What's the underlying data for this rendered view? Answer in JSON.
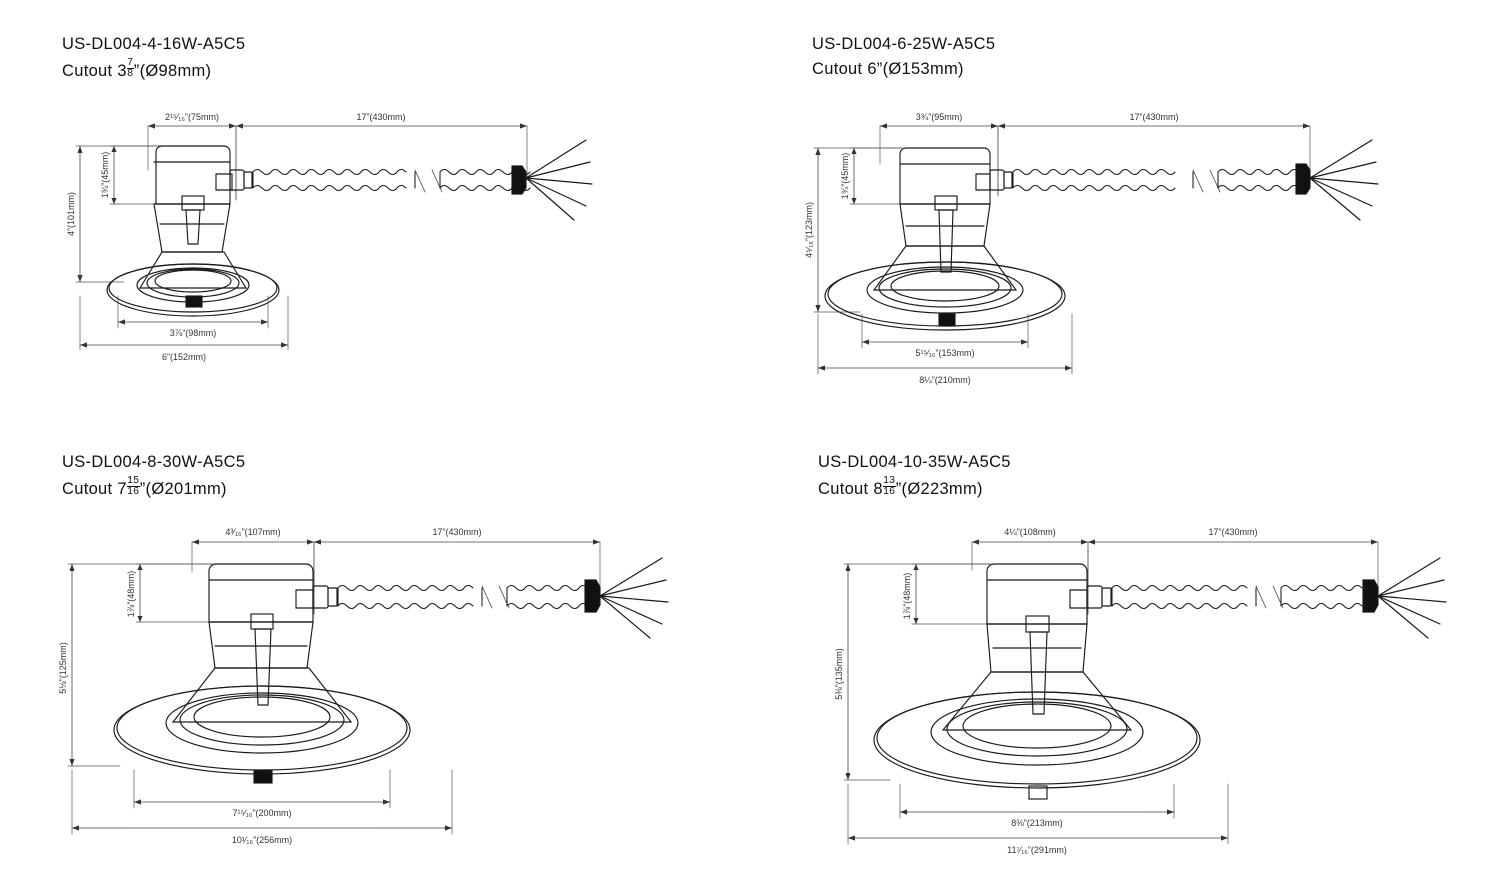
{
  "page": {
    "background": "#ffffff",
    "ink": "#111111",
    "kind": "technical-dimension-drawings",
    "sheet_title": ""
  },
  "panels": [
    {
      "id": "panel-1",
      "model": "US-DL004-4-16W-A5C5",
      "cutout_prefix": "Cutout ",
      "cutout_whole": "3",
      "cutout_num": "7",
      "cutout_den": "8",
      "cutout_suffix": "”(Ø98mm)",
      "cutout_plain": "Cutout 3 7/8”(Ø98mm)",
      "dimensions": {
        "housing_depth_top": "2¹⁵⁄₁₆”(75mm)",
        "lead_length": "17”(430mm)",
        "total_height": "4”(101mm)",
        "can_height": "1¾”(45mm)",
        "cutout_dia": "3⅞”(98mm)",
        "trim_dia": "6”(152mm)"
      }
    },
    {
      "id": "panel-2",
      "model": "US-DL004-6-25W-A5C5",
      "cutout_prefix": "Cutout ",
      "cutout_whole": "6",
      "cutout_num": "",
      "cutout_den": "",
      "cutout_suffix": "”(Ø153mm)",
      "cutout_plain": "Cutout 6”(Ø153mm)",
      "dimensions": {
        "housing_depth_top": "3¾”(95mm)",
        "lead_length": "17”(430mm)",
        "total_height": "4⁵⁄₁₆”(123mm)",
        "can_height": "1¾”(45mm)",
        "cutout_dia": "5¹⁵⁄₁₆”(153mm)",
        "trim_dia": "8¼”(210mm)"
      }
    },
    {
      "id": "panel-3",
      "model": "US-DL004-8-30W-A5C5",
      "cutout_prefix": "Cutout ",
      "cutout_whole": "7",
      "cutout_num": "15",
      "cutout_den": "16",
      "cutout_suffix": "”(Ø201mm)",
      "cutout_plain": "Cutout 7 15/16”(Ø201mm)",
      "dimensions": {
        "housing_depth_top": "4³⁄₁₆”(107mm)",
        "lead_length": "17”(430mm)",
        "total_height": "5⅛”(125mm)",
        "can_height": "1⅞”(48mm)",
        "cutout_dia": "7¹⁵⁄₁₆”(200mm)",
        "trim_dia": "10¹⁄₁₆”(256mm)"
      }
    },
    {
      "id": "panel-4",
      "model": "US-DL004-10-35W-A5C5",
      "cutout_prefix": "Cutout ",
      "cutout_whole": "8",
      "cutout_num": "13",
      "cutout_den": "16",
      "cutout_suffix": "”(Ø223mm)",
      "cutout_plain": "Cutout 8 13/16”(Ø223mm)",
      "dimensions": {
        "housing_depth_top": "4¼”(108mm)",
        "lead_length": "17”(430mm)",
        "total_height": "5⅜”(135mm)",
        "can_height": "1⅞”(48mm)",
        "cutout_dia": "8⅜”(213mm)",
        "trim_dia": "11⁷⁄₁₆”(291mm)"
      }
    }
  ]
}
